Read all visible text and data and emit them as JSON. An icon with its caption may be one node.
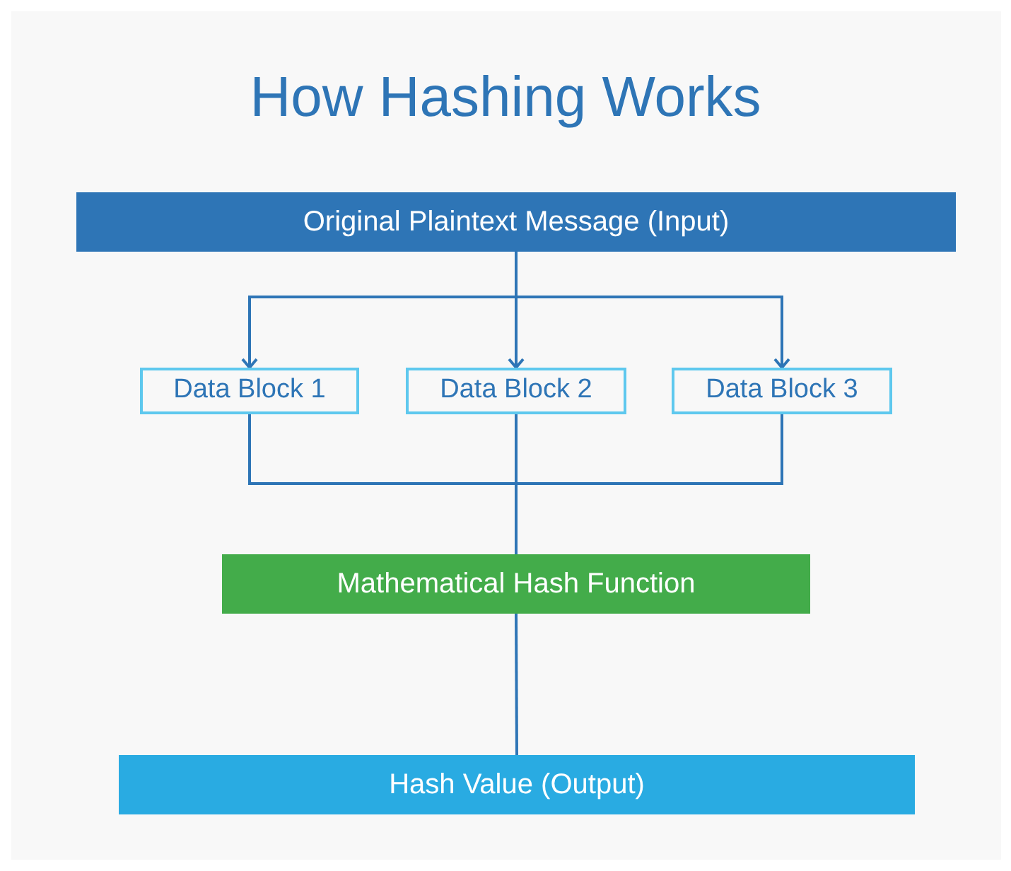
{
  "diagram": {
    "title": "How Hashing Works",
    "nodes": [
      {
        "text": [
          "Original Plaintext Message (Input)"
        ]
      },
      {
        "text": [
          "Data Block 1"
        ]
      },
      {
        "text": [
          "Data Block 2"
        ]
      },
      {
        "text": [
          "Data Block 3"
        ]
      },
      {
        "text": [
          "Mathematical Hash Function"
        ]
      },
      {
        "text": [
          "Hash Value (Output)"
        ]
      }
    ],
    "edges": [
      {
        "from": 0,
        "to": 1,
        "arrow": "to"
      },
      {
        "from": 0,
        "to": 2,
        "arrow": "to"
      },
      {
        "from": 0,
        "to": 3,
        "arrow": "to"
      },
      {
        "from": 1,
        "to": 4,
        "arrow": "none"
      },
      {
        "from": 2,
        "to": 4,
        "arrow": "none"
      },
      {
        "from": 3,
        "to": 4,
        "arrow": "none"
      },
      {
        "from": 4,
        "to": 5,
        "arrow": "none"
      }
    ]
  }
}
